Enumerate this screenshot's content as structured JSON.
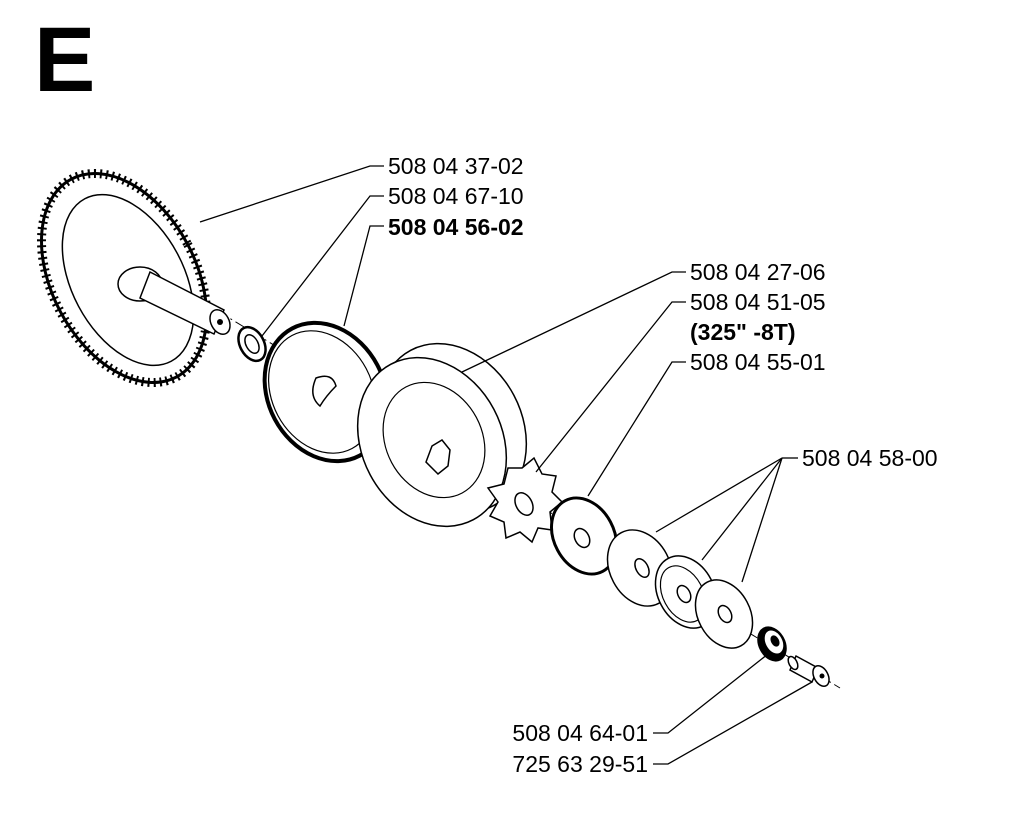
{
  "section_letter": "E",
  "labels": {
    "gear": "508 04 37-02",
    "washer_small": "508 04 67-10",
    "clutch_plate": "508 04 56-02",
    "drum": "508 04 27-06",
    "sprocket": "508 04 51-05",
    "sprocket_spec": "(325\" -8T)",
    "spacer": "508 04 55-01",
    "washers": "508 04 58-00",
    "bearing": "508 04 64-01",
    "screw": "725 63 29-51"
  },
  "colors": {
    "ink": "#000000",
    "paper": "#ffffff"
  }
}
